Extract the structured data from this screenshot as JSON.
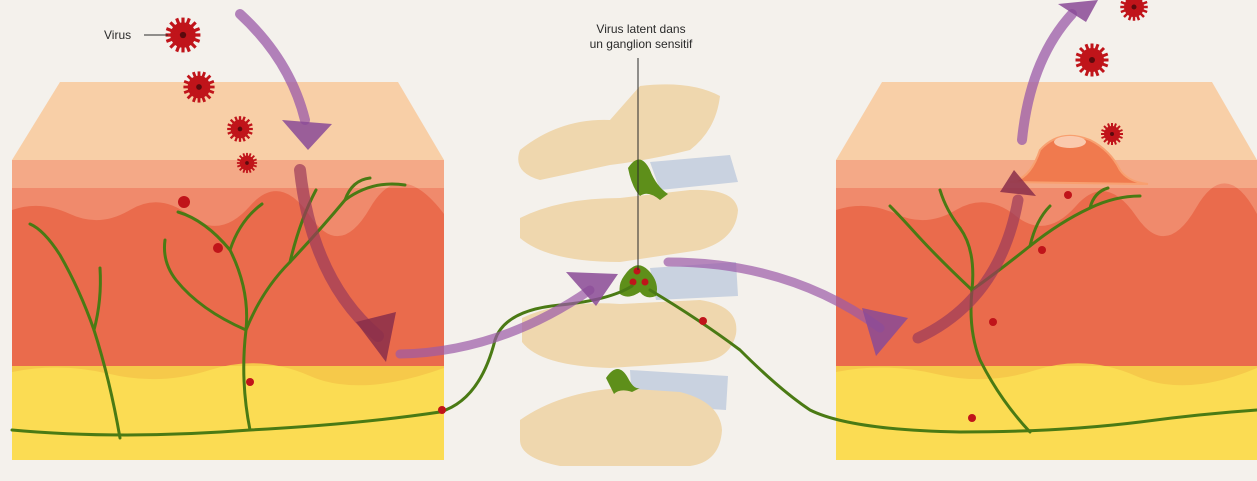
{
  "labels": {
    "virus": "Virus",
    "latent_line1": "Virus latent dans",
    "latent_line2": "un ganglion sensitif"
  },
  "colors": {
    "background": "#f4f1ec",
    "skin_surface": "#f8cfa7",
    "skin_top": "#f3a27c",
    "dermis": "#ea6b4c",
    "fat_layer": "#fbdc53",
    "nerve": "#4a7a14",
    "virus": "#c0141a",
    "arrow": "#9b5aa8",
    "vertebra": "#efd7ae",
    "disc": "#c9d2e0",
    "blister": "#f07a4e"
  },
  "icons": [
    "virus-particle-icon",
    "arrow-icon"
  ]
}
